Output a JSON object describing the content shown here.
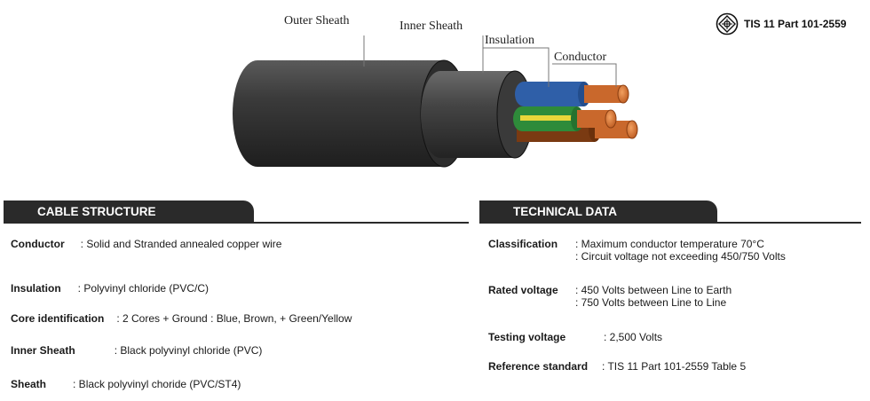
{
  "illustration": {
    "outer_sheath": "Outer Sheath",
    "inner_sheath": "Inner Sheath",
    "insulation": "Insulation",
    "conductor": "Conductor"
  },
  "standard_mark": {
    "icon": "tis-certification-mark-icon",
    "text": "TIS 11 Part 101-2559"
  },
  "cable_structure": {
    "title": "CABLE STRUCTURE",
    "rows": [
      {
        "label": "Conductor",
        "value": ": Solid and Stranded annealed copper wire"
      },
      {
        "label": "Insulation",
        "value": ": Polyvinyl chloride (PVC/C)"
      },
      {
        "label": "Core identification",
        "value": ": 2 Cores + Ground  : Blue, Brown, + Green/Yellow"
      },
      {
        "label": "Inner Sheath",
        "value": ": Black polyvinyl chloride (PVC)"
      },
      {
        "label": "Sheath",
        "value": ": Black polyvinyl choride (PVC/ST4)"
      }
    ]
  },
  "technical_data": {
    "title": "TECHNICAL DATA",
    "classification": {
      "label": "Classification",
      "line1": ": Maximum conductor temperature 70°C",
      "line2": ": Circuit voltage not exceeding 450/750 Volts"
    },
    "rated_voltage": {
      "label": "Rated voltage",
      "line1": ":  450 Volts between Line to Earth",
      "line2": ":  750 Volts between Line to Line"
    },
    "testing_voltage": {
      "label": "Testing voltage",
      "value": ": 2,500 Volts"
    },
    "reference_standard": {
      "label": "Reference standard",
      "value": ": TIS 11 Part 101-2559 Table 5"
    }
  },
  "colors": {
    "tab_bg": "#2a2a2a",
    "sheath": "#3a3a3a",
    "blue": "#2f5fa8",
    "brown": "#7a3a12",
    "green": "#2e8b3a",
    "yellow": "#e8d63a",
    "copper": "#d9763a"
  }
}
